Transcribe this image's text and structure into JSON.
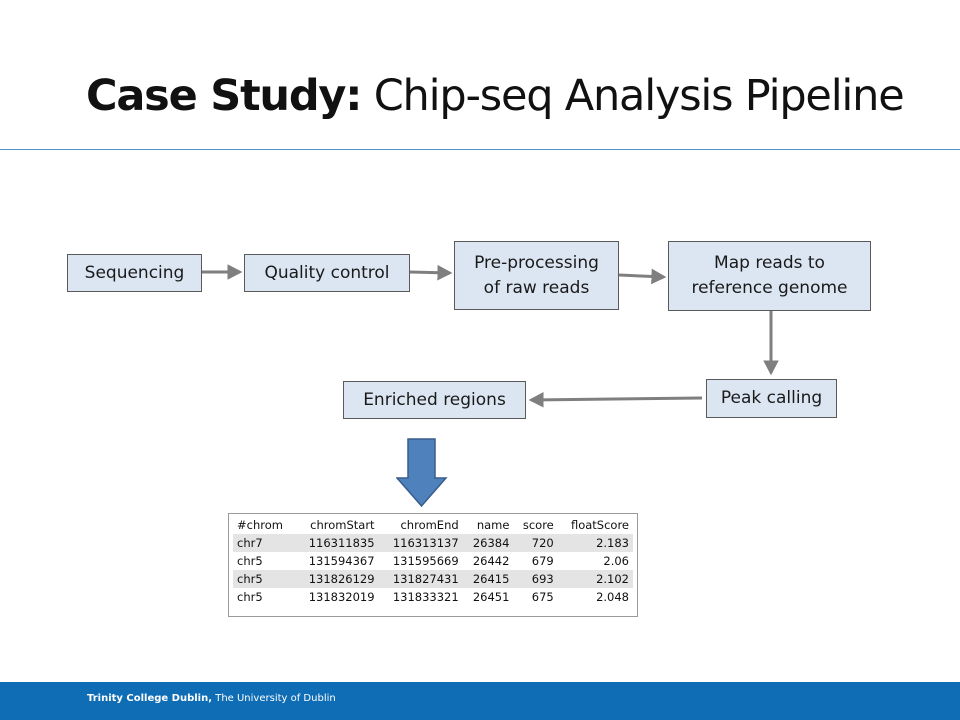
{
  "slide": {
    "title_bold": "Case Study:",
    "title_rest": " Chip-seq Analysis Pipeline"
  },
  "pipeline": {
    "sequencing": "Sequencing",
    "quality_control": "Quality control",
    "preprocessing": "Pre-processing\nof raw reads",
    "map_reads": "Map reads to\nreference genome",
    "peak_calling": "Peak calling",
    "enriched_regions": "Enriched regions"
  },
  "colors": {
    "node_fill": "#dce6f2",
    "arrow": "#7f7f7f",
    "down_arrow": "#4f81bd",
    "footer": "#0f6db5"
  },
  "regions_table": {
    "headers": [
      "#chrom",
      "chromStart",
      "chromEnd",
      "name",
      "score",
      "floatScore"
    ],
    "rows": [
      [
        "chr7",
        "116311835",
        "116313137",
        "26384",
        "720",
        "2.183"
      ],
      [
        "chr5",
        "131594367",
        "131595669",
        "26442",
        "679",
        "2.06"
      ],
      [
        "chr5",
        "131826129",
        "131827431",
        "26415",
        "693",
        "2.102"
      ],
      [
        "chr5",
        "131832019",
        "131833321",
        "26451",
        "675",
        "2.048"
      ]
    ]
  },
  "footer": {
    "institution_bold": "Trinity College Dublin,",
    "institution_rest": " The University of Dublin"
  }
}
